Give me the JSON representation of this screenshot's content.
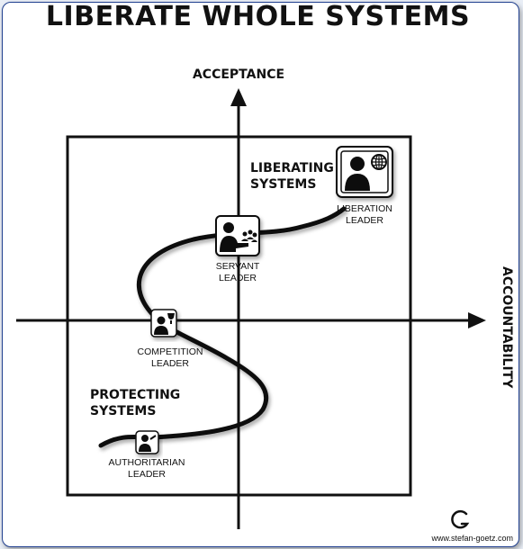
{
  "title": "LIBERATE WHOLE SYSTEMS",
  "axes": {
    "y_label": "ACCEPTANCE",
    "x_label": "ACCOUNTABILITY"
  },
  "zones": {
    "top": "LIBERATING\nSYSTEMS",
    "bottom": "PROTECTING\nSYSTEMS"
  },
  "leaders": {
    "authoritarian": "AUTHORITARIAN\nLEADER",
    "competition": "COMPETITION\nLEADER",
    "servant": "SERVANT\nLEADER",
    "liberation": "LIBERATION\nLEADER"
  },
  "footer": {
    "logo_letter": "G",
    "website": "www.stefan-goetz.com"
  },
  "icons": [
    "authoritarian-leader-icon",
    "competition-leader-icon",
    "servant-leader-icon",
    "liberation-leader-icon"
  ]
}
